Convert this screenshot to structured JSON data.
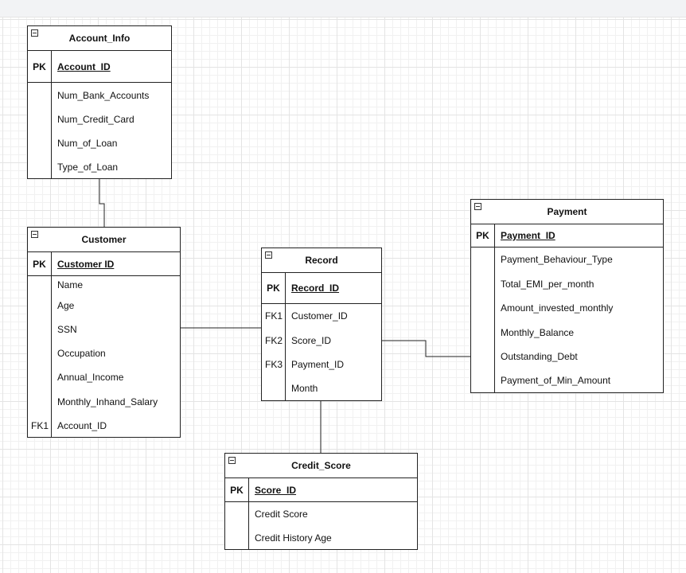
{
  "diagram": {
    "tables": {
      "account_info": {
        "title": "Account_Info",
        "pk_label": "PK",
        "pk_field": "Account_ID",
        "fields": [
          {
            "key": "",
            "name": "Num_Bank_Accounts"
          },
          {
            "key": "",
            "name": "Num_Credit_Card"
          },
          {
            "key": "",
            "name": "Num_of_Loan"
          },
          {
            "key": "",
            "name": "Type_of_Loan"
          }
        ]
      },
      "customer": {
        "title": "Customer",
        "pk_label": "PK",
        "pk_field": "Customer ID",
        "fields": [
          {
            "key": "",
            "name": "Name"
          },
          {
            "key": "",
            "name": "Age"
          },
          {
            "key": "",
            "name": "SSN"
          },
          {
            "key": "",
            "name": "Occupation"
          },
          {
            "key": "",
            "name": "Annual_Income"
          },
          {
            "key": "",
            "name": "Monthly_Inhand_Salary"
          },
          {
            "key": "FK1",
            "name": "Account_ID"
          }
        ]
      },
      "record": {
        "title": "Record",
        "pk_label": "PK",
        "pk_field": "Record_ID",
        "fields": [
          {
            "key": "FK1",
            "name": "Customer_ID"
          },
          {
            "key": "FK2",
            "name": "Score_ID"
          },
          {
            "key": "FK3",
            "name": "Payment_ID"
          },
          {
            "key": "",
            "name": "Month"
          }
        ]
      },
      "payment": {
        "title": "Payment",
        "pk_label": "PK",
        "pk_field": "Payment_ID",
        "fields": [
          {
            "key": "",
            "name": "Payment_Behaviour_Type"
          },
          {
            "key": "",
            "name": "Total_EMI_per_month"
          },
          {
            "key": "",
            "name": "Amount_invested_monthly"
          },
          {
            "key": "",
            "name": "Monthly_Balance"
          },
          {
            "key": "",
            "name": "Outstanding_Debt"
          },
          {
            "key": "",
            "name": "Payment_of_Min_Amount"
          }
        ]
      },
      "credit_score": {
        "title": "Credit_Score",
        "pk_label": "PK",
        "pk_field": "Score_ID",
        "fields": [
          {
            "key": "",
            "name": "Credit Score"
          },
          {
            "key": "",
            "name": "Credit History Age"
          }
        ]
      }
    },
    "icons": {
      "collapse": "collapse-icon"
    },
    "colors": {
      "line": "#222222",
      "grid": "#e4e4e4",
      "background": "#ffffff"
    }
  }
}
